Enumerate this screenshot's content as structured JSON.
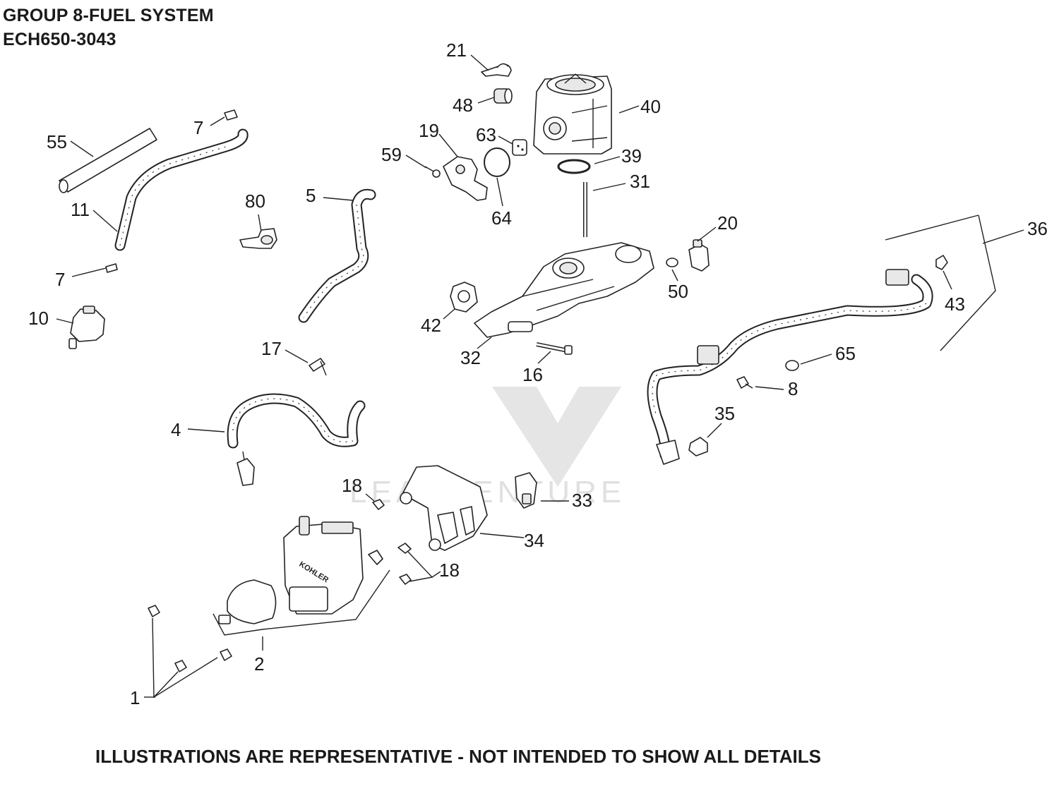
{
  "header": {
    "title": "GROUP 8-FUEL SYSTEM",
    "model": "ECH650-3043"
  },
  "footer": {
    "note": "ILLUSTRATIONS ARE REPRESENTATIVE - NOT INTENDED TO SHOW ALL DETAILS"
  },
  "watermark": {
    "text": "LEADVENTURE"
  },
  "part_labels": {
    "p21": "21",
    "p48": "48",
    "p40": "40",
    "p7a": "7",
    "p55": "55",
    "p19": "19",
    "p63": "63",
    "p59": "59",
    "p39": "39",
    "p31": "31",
    "p64": "64",
    "p11": "11",
    "p80": "80",
    "p5": "5",
    "p20": "20",
    "p36": "36",
    "p7b": "7",
    "p50": "50",
    "p43": "43",
    "p10": "10",
    "p42": "42",
    "p17": "17",
    "p32": "32",
    "p16": "16",
    "p65": "65",
    "p8": "8",
    "p35": "35",
    "p4": "4",
    "p18a": "18",
    "p33": "33",
    "p34": "34",
    "p18b": "18",
    "p2": "2",
    "p1": "1"
  }
}
